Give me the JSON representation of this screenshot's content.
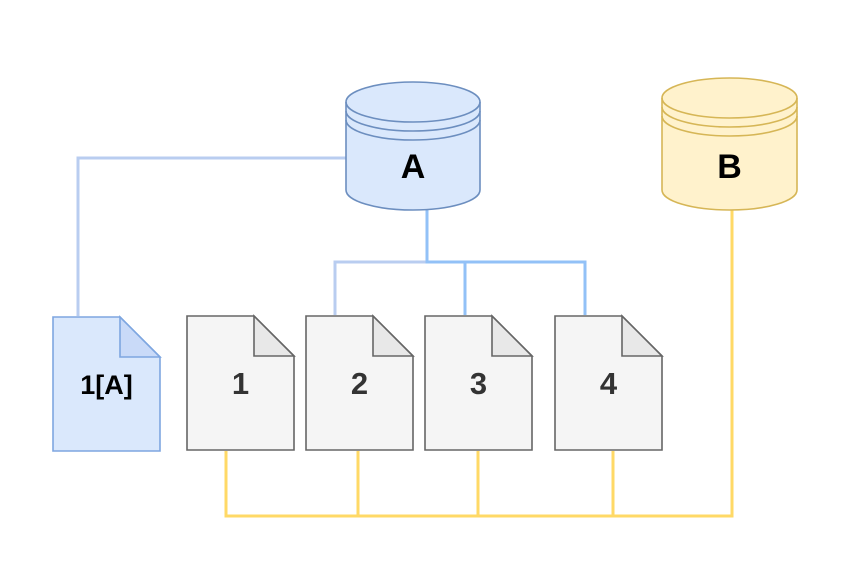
{
  "canvas": {
    "background": "#ffffff"
  },
  "nodes": {
    "database_a": {
      "label": "A",
      "shape": "database-cylinder",
      "fill": "#dae8fc",
      "stroke": "#6c8ebf",
      "text_color": "#000000"
    },
    "database_b": {
      "label": "B",
      "shape": "database-cylinder",
      "fill": "#fff2cc",
      "stroke": "#d6b656",
      "text_color": "#000000"
    },
    "doc_1a": {
      "label": "1[A]",
      "shape": "document",
      "fill": "#dae8fc",
      "fold_fill": "#c9daf8",
      "stroke": "#7ea6e0",
      "text_color": "#000000"
    },
    "doc_1": {
      "label": "1",
      "shape": "document",
      "fill": "#f5f5f5",
      "fold_fill": "#e8e8e8",
      "stroke": "#666666",
      "text_color": "#333333"
    },
    "doc_2": {
      "label": "2",
      "shape": "document",
      "fill": "#f5f5f5",
      "fold_fill": "#e8e8e8",
      "stroke": "#666666",
      "text_color": "#333333"
    },
    "doc_3": {
      "label": "3",
      "shape": "document",
      "fill": "#f5f5f5",
      "fold_fill": "#e8e8e8",
      "stroke": "#666666",
      "text_color": "#333333"
    },
    "doc_4": {
      "label": "4",
      "shape": "document",
      "fill": "#f5f5f5",
      "fold_fill": "#e8e8e8",
      "stroke": "#666666",
      "text_color": "#333333"
    }
  },
  "connectors": {
    "colors": {
      "blue_pale": "#b9cdf0",
      "blue_bright": "#92c1f7",
      "yellow": "#ffd966"
    },
    "edges": [
      {
        "from": "A",
        "to": "1[A]",
        "color": "blue_pale"
      },
      {
        "from": "A",
        "to": "2",
        "color": "blue_pale"
      },
      {
        "from": "A",
        "to": "3",
        "color": "blue_bright"
      },
      {
        "from": "A",
        "to": "4",
        "color": "blue_bright"
      },
      {
        "from": "B",
        "to": "1",
        "color": "yellow"
      },
      {
        "from": "B",
        "to": "2",
        "color": "yellow"
      },
      {
        "from": "B",
        "to": "3",
        "color": "yellow"
      },
      {
        "from": "B",
        "to": "4",
        "color": "yellow"
      }
    ]
  }
}
